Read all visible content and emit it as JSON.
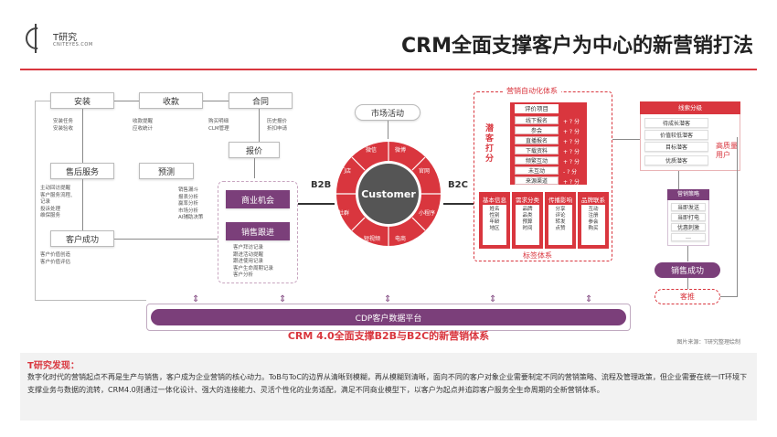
{
  "logo": {
    "name": "T研究",
    "sub": "CNITEYES.COM"
  },
  "title": "CRM全面支撑客户为中心的新营销打法",
  "left_flow": {
    "install": "安装",
    "install_note": "安装任务\n安装验收",
    "payment": "收款",
    "payment_note": "收款提醒\n应收统计",
    "contract": "合同",
    "contract_note_left": "购买明细\nCLM管理",
    "contract_note_right": "历史报价\n折扣申请",
    "aftersales": "售后服务",
    "aftersales_note": "主动回访提醒\n客户服务流程、\n记录\n投诉处理\n维保服务",
    "forecast": "预测",
    "forecast_note": "销售漏斗\n报表分析\n赢率分析\n市场分析\nAI辅助决策",
    "quote": "报价",
    "opportunity": "商业机会",
    "sales_follow": "销售跟进",
    "sales_follow_note": "客户拜访记录\n跟进活动提醒\n跟进使用记录\n客户生命周期记录\n客户分析",
    "customer_success": "客户成功",
    "customer_success_note": "客户价值创造\n客户价值评估"
  },
  "center": {
    "market": "市场活动",
    "customer": "Customer",
    "b2b": "B2B",
    "b2c": "B2C",
    "segments": [
      "微信",
      "微博",
      "官网",
      "小程序",
      "电商",
      "短视频",
      "社群",
      "门店"
    ]
  },
  "automation": {
    "title": "营销自动化体系",
    "lead_label": "潜客打分",
    "eval_header": "评价项目",
    "items": [
      {
        "name": "线下报名",
        "score": "+ ? 分"
      },
      {
        "name": "参会",
        "score": "+ ? 分"
      },
      {
        "name": "直播报名",
        "score": "+ ? 分"
      },
      {
        "name": "下载资料",
        "score": "+ ? 分"
      },
      {
        "name": "频繁互动",
        "score": "+ ? 分"
      },
      {
        "name": "未互动",
        "score": "- ? 分"
      },
      {
        "name": "来源渠道",
        "score": "+ ? 分"
      }
    ],
    "tags": [
      {
        "head": "基本信息",
        "body": "姓名\n性别\n年龄\n地区"
      },
      {
        "head": "需求分类",
        "body": "品牌\n品类\n预算\n时间"
      },
      {
        "head": "传播影响",
        "body": "分享\n评论\n转发\n点赞"
      },
      {
        "head": "品牌联系",
        "body": "互动\n注册\n参会\n购买"
      }
    ],
    "tag_system": "标签体系"
  },
  "right_flow": {
    "clue_header": "线索分级",
    "clues": [
      "待成长潜客",
      "价值较低潜客",
      "目标潜客",
      "优质潜客"
    ],
    "high_quality": "高质量\n用户",
    "strategy_header": "营销策略",
    "strategies": [
      "当即发送",
      "当即打电",
      "优惠刺激",
      "…"
    ],
    "sales_success": "销售成功",
    "repeat": "客推"
  },
  "cdp": "CDP客户数据平台",
  "bottom_title": "CRM 4.0全面支撑B2B与B2C的新营销体系",
  "source": "图片来源：T研究整理绘制",
  "findings": {
    "head": "T研究发现：",
    "body": "数字化时代的营销起点不再是生产与销售，客户成为企业营销的核心动力。ToB与ToC的边界从清晰到模糊，再从模糊到清晰，面向不同的客户对象企业需要制定不同的营销策略、流程及管理政策，但企业需要在统一IT环境下支撑业务与数据的流转，CRM4.0则通过一体化设计、强大的连接能力、灵活个性化的业务适配，满足不同商业模型下，以客户为起点并追踪客户服务全生命周期的全新营销体系。"
  }
}
